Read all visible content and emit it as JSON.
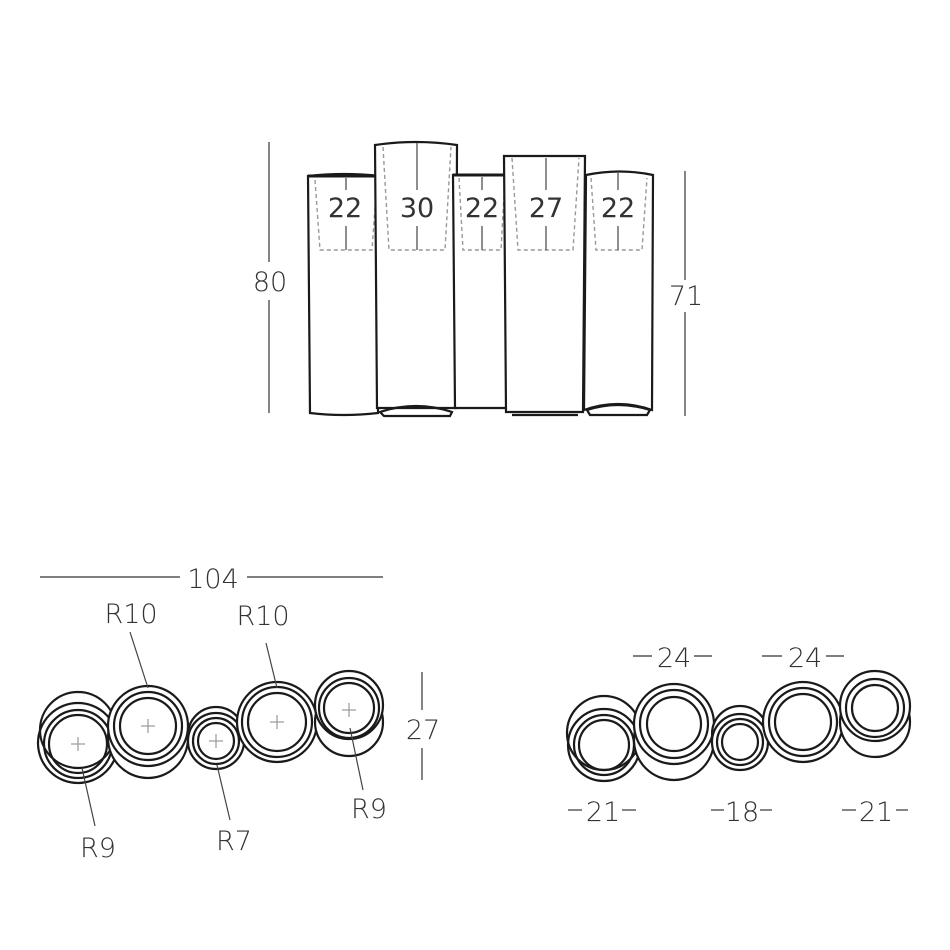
{
  "front_view": {
    "overall_height_label": "80",
    "short_height_label": "71",
    "pot_diameters": [
      "22",
      "30",
      "22",
      "27",
      "22"
    ]
  },
  "top_view_left": {
    "width_label": "104",
    "depth_label": "27",
    "radii": {
      "r1": "R9",
      "r2": "R10",
      "r3": "R7",
      "r4": "R10",
      "r5": "R9"
    }
  },
  "top_view_right": {
    "top_labels": [
      "24",
      "24"
    ],
    "bottom_labels": [
      "21",
      "18",
      "21"
    ]
  }
}
